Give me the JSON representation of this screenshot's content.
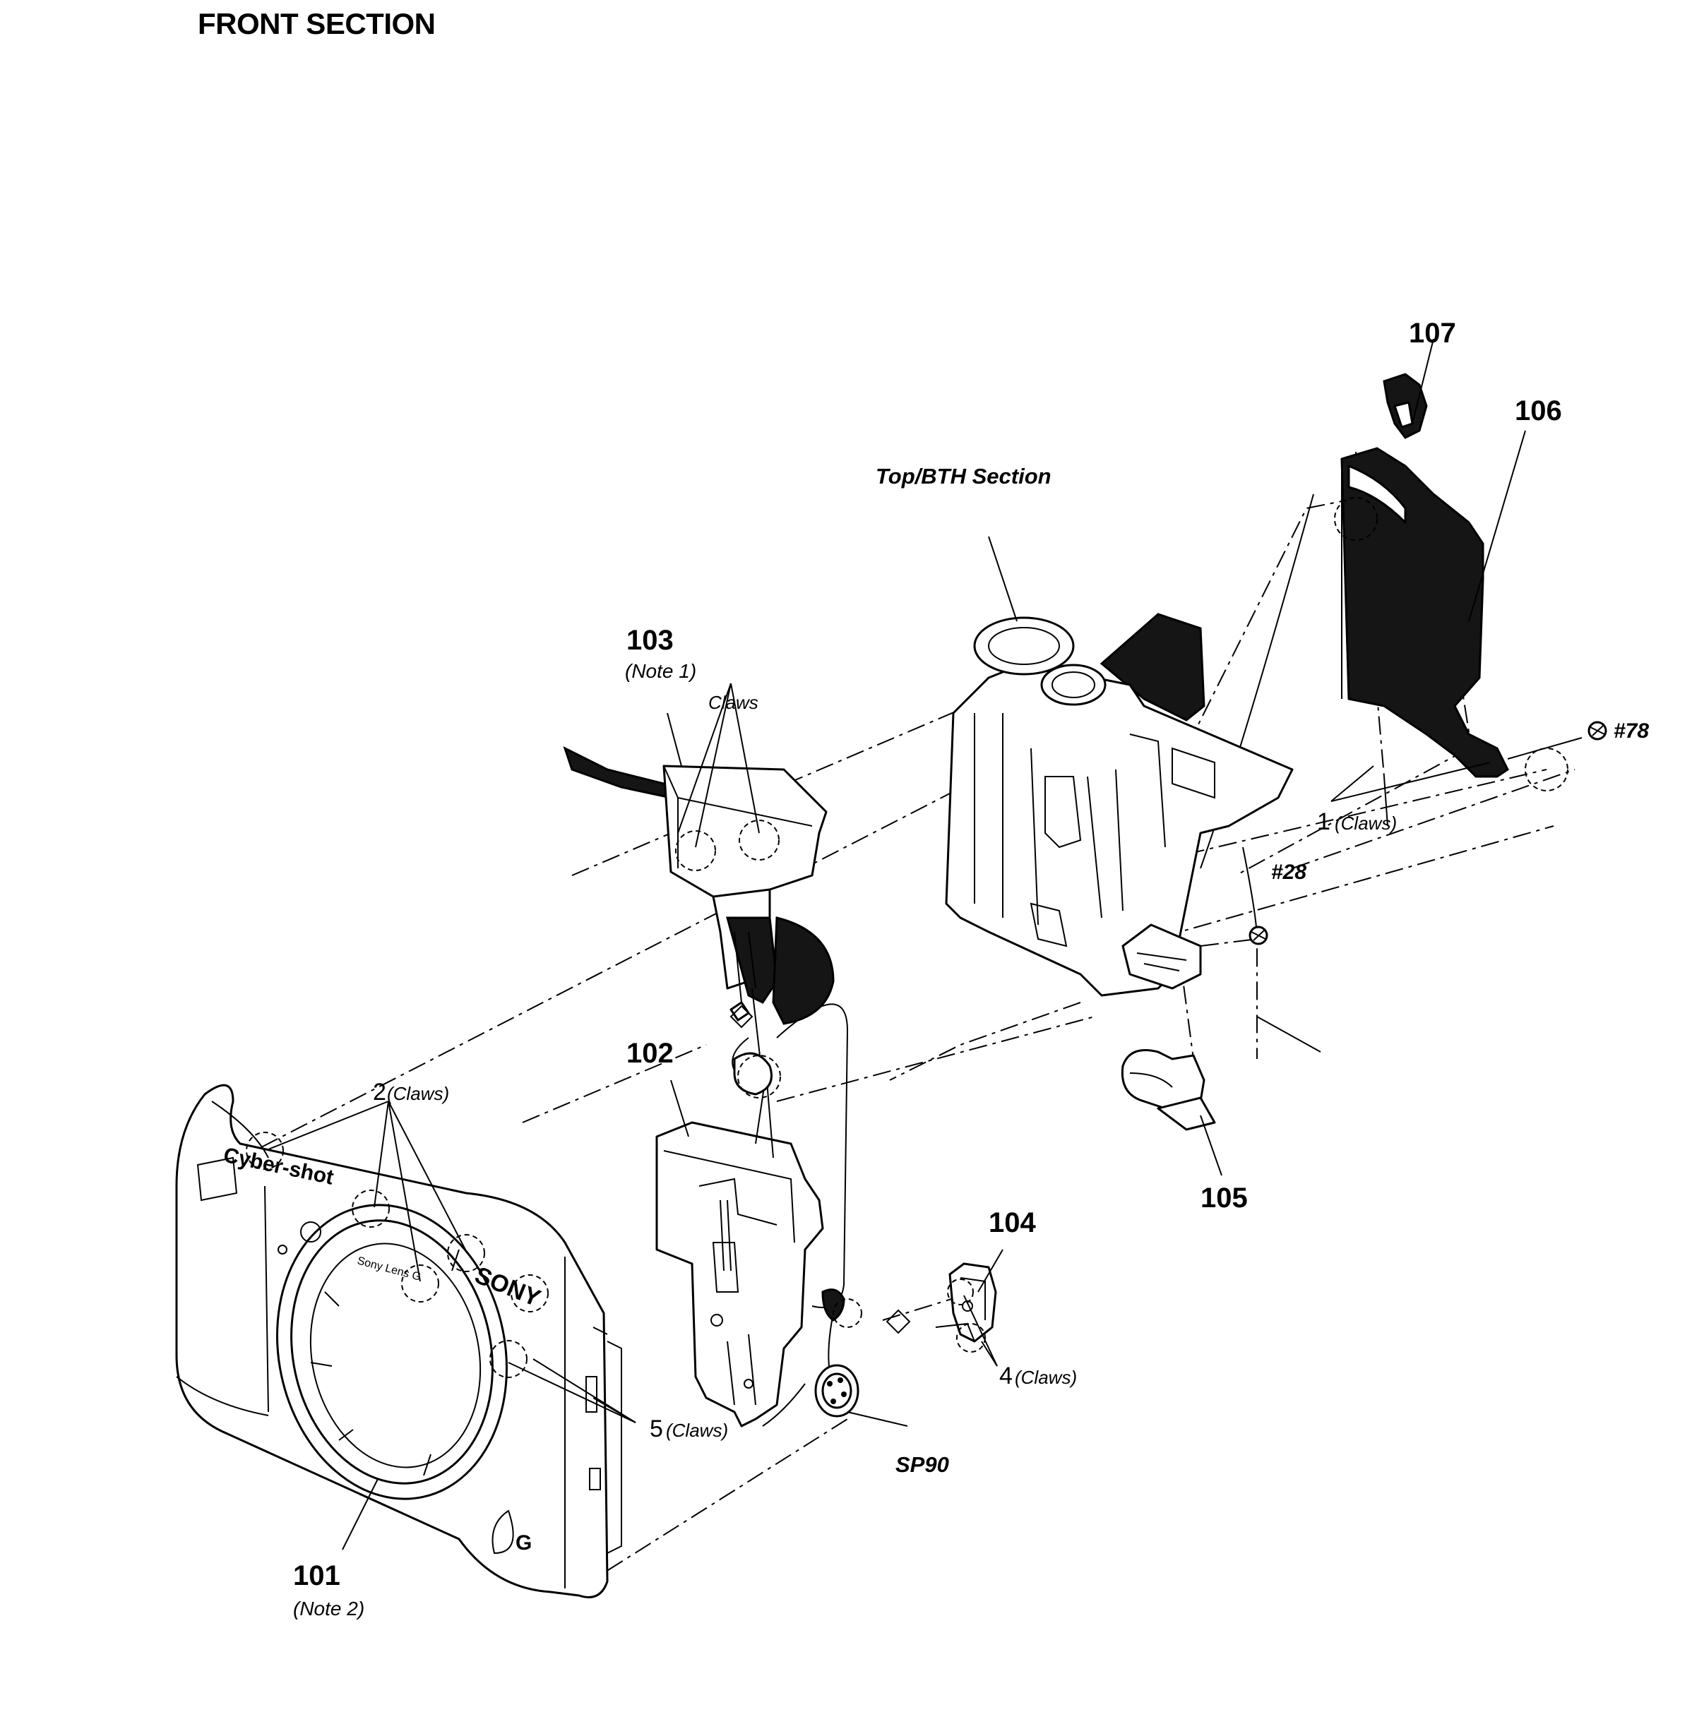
{
  "title": "FRONT SECTION",
  "sections": {
    "top_bth": "Top/BTH Section"
  },
  "parts": {
    "p101": {
      "number": "101",
      "note": "(Note 2)"
    },
    "p102": {
      "number": "102"
    },
    "p103": {
      "number": "103",
      "note": "(Note 1)"
    },
    "p104": {
      "number": "104"
    },
    "p105": {
      "number": "105"
    },
    "p106": {
      "number": "106"
    },
    "p107": {
      "number": "107"
    },
    "sp90": {
      "number": "SP90"
    }
  },
  "screws": {
    "s78": "#78",
    "s28": "#28"
  },
  "claws": {
    "c103": "Claws",
    "c1": {
      "count": "1",
      "label": "(Claws)"
    },
    "c2": {
      "count": "2",
      "label": "(Claws)"
    },
    "c4": {
      "count": "4",
      "label": "(Claws)"
    },
    "c5": {
      "count": "5",
      "label": "(Claws)"
    }
  },
  "brand_marks": {
    "sony": "SONY",
    "cybershot": "Cyber-shot",
    "lens_text": "Sony Lens G",
    "g_logo": "G"
  },
  "colors": {
    "line": "#000000",
    "background": "#ffffff",
    "dark_part": "#151515"
  }
}
